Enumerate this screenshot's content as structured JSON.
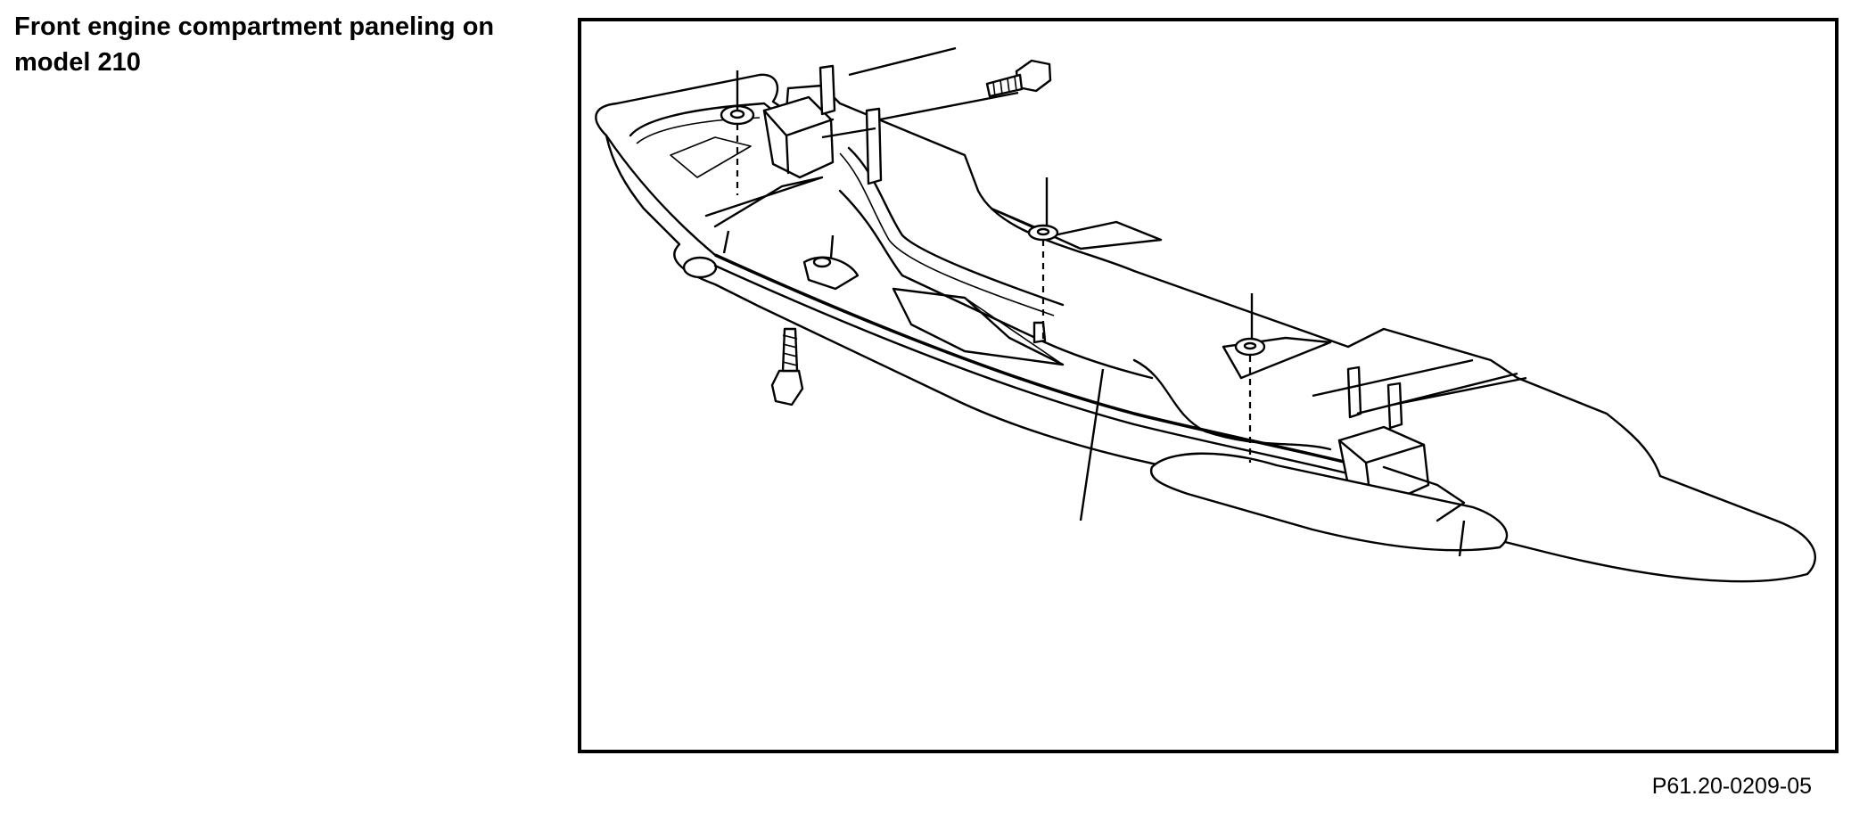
{
  "title": "Front engine compartment paneling on model 210",
  "figure_id": "P61.20-0209-05",
  "figure_alt": "Exploded line drawing of front engine compartment paneling with mounting screws and callout leader lines"
}
